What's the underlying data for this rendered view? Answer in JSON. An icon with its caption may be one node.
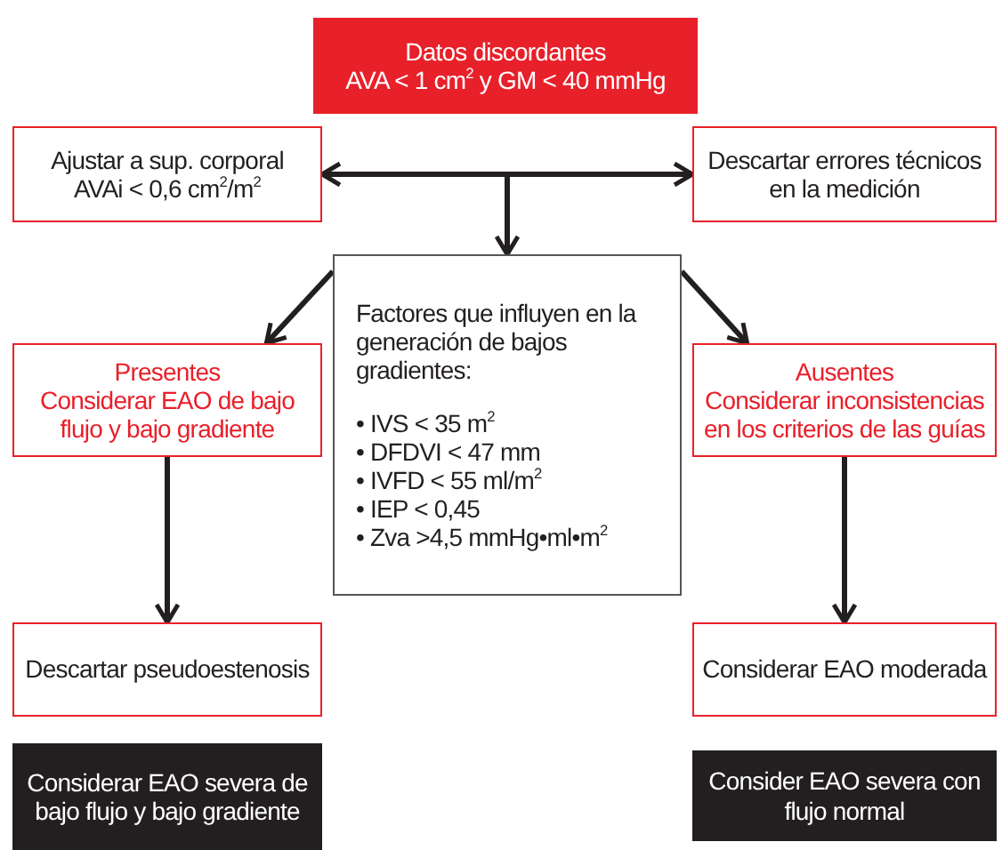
{
  "diagram": {
    "nodes": [
      {
        "text": [
          "Datos discordantes",
          "AVA < 1 cm$^{2}$ y GM < 40 mmHg"
        ]
      },
      {
        "text": [
          "Ajustar a sup. corporal",
          "AVAi < 0,6 cm$^{2}$/m$^{2}$"
        ]
      },
      {
        "text": [
          "Descartar errores técnicos en la medición"
        ]
      },
      {
        "text": [
          "Factores que influyen en la generación de bajos gradientes:",
          "• IVS < 35 m$^{2}$",
          "• DFDVI < 47 mm",
          "• IVFD < 55 ml/m$^{2}$",
          "• IEP < 0,45",
          "• Zva >4,5 mmHg•ml•m$^{2}$"
        ]
      },
      {
        "text": [
          "Presentes",
          "Considerar EAO de bajo flujo y bajo gradiente"
        ]
      },
      {
        "text": [
          "Ausentes",
          "Considerar inconsistencias en los criterios de las guías"
        ]
      },
      {
        "text": [
          "Descartar pseudoestenosis"
        ]
      },
      {
        "text": [
          "Considerar EAO moderada"
        ]
      },
      {
        "text": [
          "Considerar EAO severa de bajo flujo y bajo gradiente"
        ]
      },
      {
        "text": [
          "Consider EAO severa con flujo normal"
        ]
      }
    ],
    "edges": [
      {
        "from": 1,
        "to": 2,
        "arrow": "both"
      },
      {
        "from": null,
        "to": 3,
        "arrow": "to"
      },
      {
        "from": 3,
        "to": 4,
        "arrow": "to"
      },
      {
        "from": 3,
        "to": 5,
        "arrow": "to"
      },
      {
        "from": 4,
        "to": 6,
        "arrow": "to"
      },
      {
        "from": 5,
        "to": 7,
        "arrow": "to"
      }
    ]
  }
}
